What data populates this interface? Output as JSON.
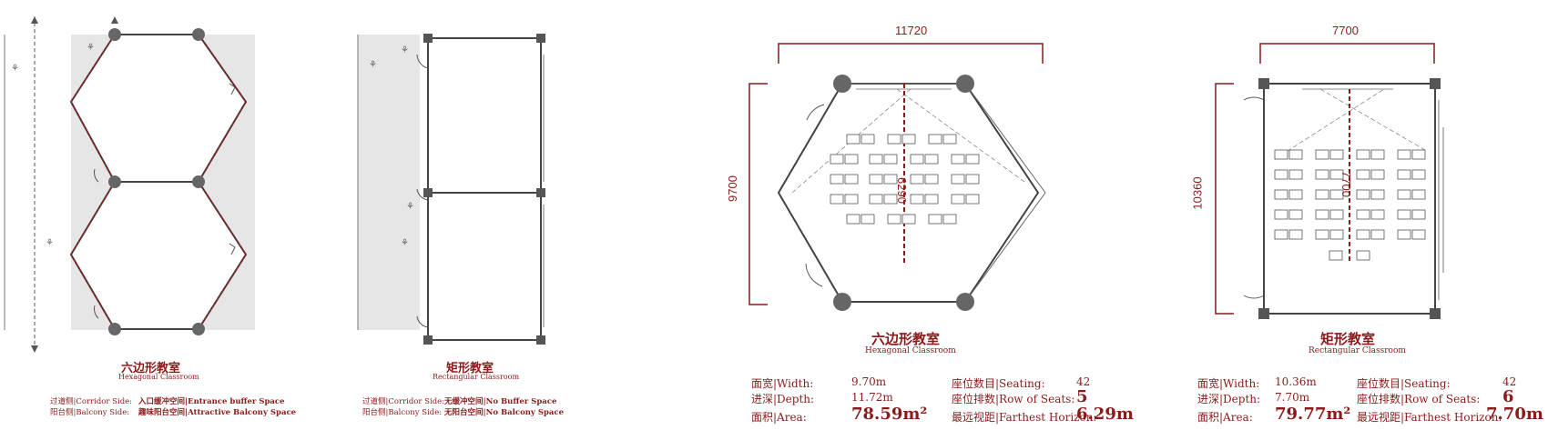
{
  "left_small": {
    "hex": {
      "title_cn": "六边形教室",
      "title_en": "Hexagonal Classroom",
      "row1_label": "过道侧|Corridor Side:",
      "row1_value": "入口缓冲空间|Entrance buffer Space",
      "row2_label": "阳台侧|Balcony Side:",
      "row2_value": "趣味阳台空间|Attractive Balcony Space"
    },
    "rect": {
      "title_cn": "矩形教室",
      "title_en": "Rectangular Classroom",
      "row1_label": "过道侧|Corridor Side:",
      "row1_value": "无缓冲空间|No Buffer Space",
      "row2_label": "阳台侧|Balcony Side:",
      "row2_value": "无阳台空间|No Balcony Space"
    }
  },
  "hex_plan": {
    "width_dim": "11720",
    "height_dim": "9700",
    "depth_dim": "6290",
    "title_cn": "六边形教室",
    "title_en": "Hexagonal Classroom",
    "stats": {
      "width_label": "面宽|Width:",
      "width_value": "9.70m",
      "depth_label": "进深|Depth:",
      "depth_value": "11.72m",
      "area_label": "面积|Area:",
      "area_value": "78.59m²",
      "seating_label": "座位数目|Seating:",
      "seating_value": "42",
      "rows_label": "座位排数|Row of Seats:",
      "rows_value": "5",
      "horizon_label": "最远视距|Farthest Horizon:",
      "horizon_value": "6.29m"
    }
  },
  "rect_plan": {
    "width_dim": "7700",
    "height_dim": "10360",
    "depth_dim": "7700",
    "title_cn": "矩形教室",
    "title_en": "Rectangular Classroom",
    "stats": {
      "width_label": "面宽|Width:",
      "width_value": "10.36m",
      "depth_label": "进深|Depth:",
      "depth_value": "7.70m",
      "area_label": "面积|Area:",
      "area_value": "79.77m²",
      "seating_label": "座位数目|Seating:",
      "seating_value": "42",
      "rows_label": "座位排数|Row of Seats:",
      "rows_value": "6",
      "horizon_label": "最远视距|Farthest Horizon:",
      "horizon_value": "7.70m"
    }
  },
  "colors": {
    "accent": "#8b1a1a",
    "wall": "#555555",
    "corridor": "#e6e6e6"
  }
}
